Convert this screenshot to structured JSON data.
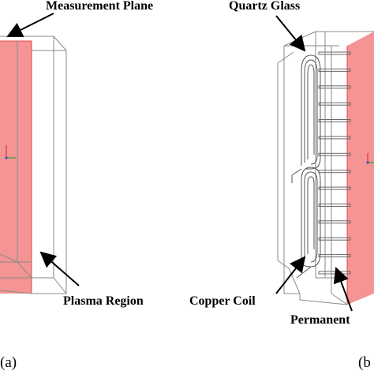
{
  "labels": {
    "measurement_plane": "Measurement Plane",
    "quartz_glass": "Quartz Glass",
    "plasma_region": "Plasma Region",
    "copper_coil": "Copper Coil",
    "permanent": "Permanent"
  },
  "panels": {
    "a": "(a)",
    "b": "(b"
  },
  "colors": {
    "plane_fill": "#f07070",
    "plane_edge": "#e04848",
    "line": "#7a7a7a",
    "text": "#000000"
  },
  "magnet_count": 14
}
